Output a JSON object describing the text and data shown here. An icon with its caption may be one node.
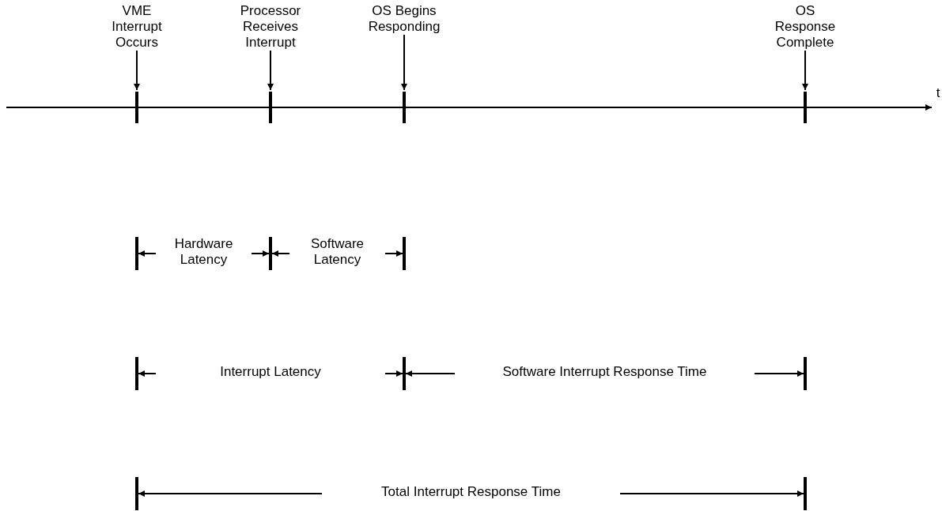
{
  "diagram": {
    "nodes": [
      {
        "text": [
          "VME Interrupt Occurs"
        ]
      },
      {
        "text": [
          "Processor Receives Interrupt"
        ]
      },
      {
        "text": [
          "OS Begins Responding"
        ]
      },
      {
        "text": [
          "OS Response Complete"
        ]
      },
      {
        "text": [],
        "shape": "bar"
      },
      {
        "text": [],
        "shape": "bar"
      },
      {
        "text": [],
        "shape": "bar"
      },
      {
        "text": [],
        "shape": "bar"
      }
    ],
    "edges": [
      {
        "from": 0,
        "to": 4,
        "arrow": "to"
      },
      {
        "from": 1,
        "to": 5,
        "arrow": "to"
      },
      {
        "from": 2,
        "to": 6,
        "arrow": "to"
      },
      {
        "from": 3,
        "to": 7,
        "arrow": "to"
      }
    ],
    "labels": [
      "t",
      "Hardware Latency",
      "Software Latency",
      "Interrupt Latency",
      "Software Interrupt Response Time",
      "Total Interrupt Response Time"
    ]
  }
}
